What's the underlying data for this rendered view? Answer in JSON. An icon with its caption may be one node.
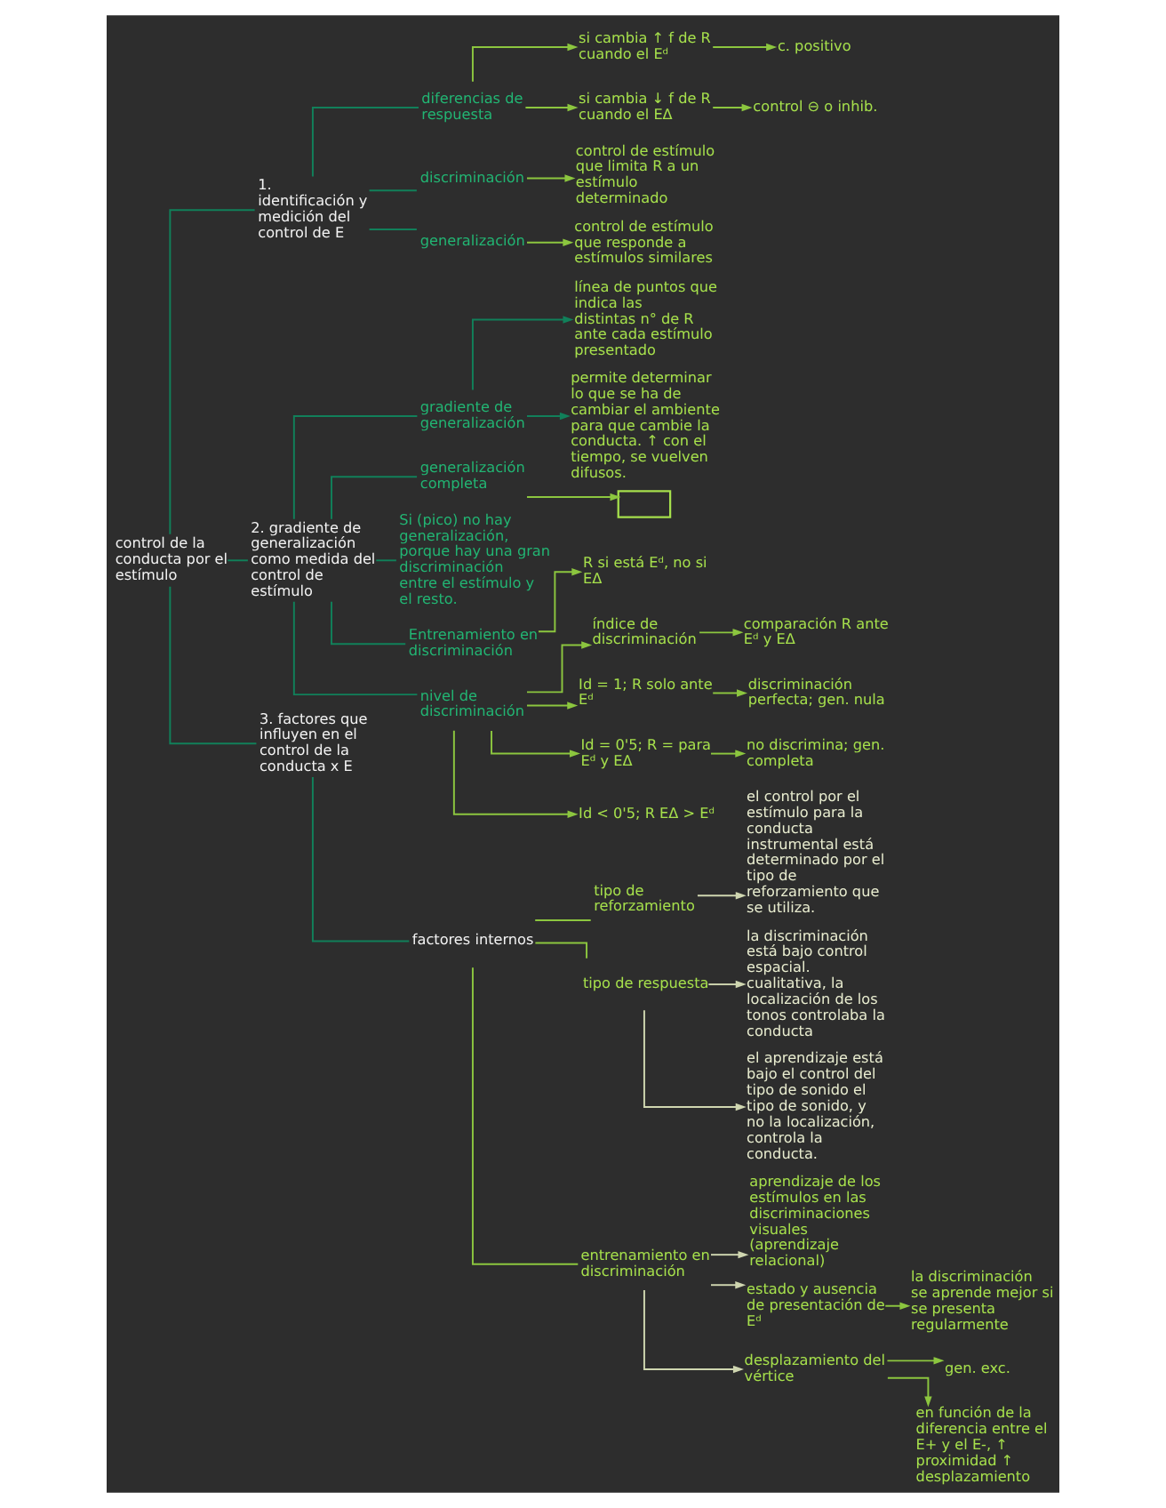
{
  "diagram": {
    "nodes": [
      {
        "text": [
          "control de la conducta por el estímulo"
        ]
      },
      {
        "text": [
          "1. identificación y medición del control de E"
        ]
      },
      {
        "text": [
          "diferencias de respuesta"
        ]
      },
      {
        "text": [
          "si cambia ↑ f de R cuando el Eᵈ"
        ]
      },
      {
        "text": [
          "c. positivo"
        ]
      },
      {
        "text": [
          "si cambia ↓ f de R cuando el EΔ"
        ]
      },
      {
        "text": [
          "control ⊖ o inhib."
        ]
      },
      {
        "text": [
          "discriminación"
        ]
      },
      {
        "text": [
          "control de estímulo que limita R a un estímulo determinado"
        ]
      },
      {
        "text": [
          "generalización"
        ]
      },
      {
        "text": [
          "control de estímulo que responde a estímulos similares"
        ]
      },
      {
        "text": [
          "2. gradiente de generalización como medida del control de estímulo"
        ]
      },
      {
        "text": [
          "gradiente de generalización"
        ]
      },
      {
        "text": [
          "línea de puntos que indica las distintas n° de R ante cada estímulo presentado"
        ]
      },
      {
        "text": [
          "permite determinar lo que se ha de cambiar el ambiente para que cambie la conducta. ↑ con el tiempo, se vuelven difusos."
        ]
      },
      {
        "text": [
          "generalización completa"
        ]
      },
      {
        "text": [],
        "shape": "box"
      },
      {
        "text": [
          "Si (pico) no hay generalización, porque hay una gran discriminación entre el estímulo y el resto."
        ]
      },
      {
        "text": [
          "Entrenamiento en discriminación"
        ]
      },
      {
        "text": [
          "R si está Eᵈ, no si EΔ"
        ]
      },
      {
        "text": [
          "nivel de discriminación"
        ]
      },
      {
        "text": [
          "índice de discriminación"
        ]
      },
      {
        "text": [
          "comparación R ante Eᵈ y EΔ"
        ]
      },
      {
        "text": [
          "Id = 1; R solo ante Eᵈ"
        ]
      },
      {
        "text": [
          "discriminación perfecta; gen. nula"
        ]
      },
      {
        "text": [
          "Id = 0'5; R = para Eᵈ y EΔ"
        ]
      },
      {
        "text": [
          "no discrimina; gen. completa"
        ]
      },
      {
        "text": [
          "Id < 0'5; R EΔ > Eᵈ"
        ]
      },
      {
        "text": [
          "3. factores que influyen en el control de la conducta x E"
        ]
      },
      {
        "text": [
          "factores internos"
        ]
      },
      {
        "text": [
          "tipo de reforzamiento"
        ]
      },
      {
        "text": [
          "el control por el estímulo para la conducta instrumental está determinado por el tipo de reforzamiento que se utiliza."
        ]
      },
      {
        "text": [
          "tipo de respuesta"
        ]
      },
      {
        "text": [
          "la discriminación está bajo control espacial. cualitativa, la localización de los tonos controlaba la conducta"
        ]
      },
      {
        "text": [
          "el aprendizaje está bajo el control del tipo de sonido el tipo de sonido, y no la localización, controla la conducta."
        ]
      },
      {
        "text": [
          "entrenamiento en discriminación"
        ]
      },
      {
        "text": [
          "aprendizaje de los estímulos en las discriminaciones visuales (aprendizaje relacional)"
        ]
      },
      {
        "text": [
          "estado y ausencia de presentación de Eᵈ"
        ]
      },
      {
        "text": [
          "la discriminación se aprende mejor si se presenta regularmente"
        ]
      },
      {
        "text": [
          "desplazamiento del vértice"
        ]
      },
      {
        "text": [
          "gen. exc."
        ]
      },
      {
        "text": [
          "en función de la diferencia entre el E+ y el E-, ↑ proximidad ↑ desplazamiento"
        ]
      }
    ],
    "edges": [
      {
        "from": 0,
        "to": 1,
        "arrow": "none",
        "color": "#11805a"
      },
      {
        "from": 1,
        "to": 2,
        "arrow": "none",
        "color": "#11805a"
      },
      {
        "from": 2,
        "to": 3,
        "arrow": "to"
      },
      {
        "from": 2,
        "to": 5,
        "arrow": "to"
      },
      {
        "from": 3,
        "to": 4,
        "arrow": "to"
      },
      {
        "from": 5,
        "to": 6,
        "arrow": "to"
      },
      {
        "from": 1,
        "to": 7,
        "arrow": "none",
        "color": "#11805a"
      },
      {
        "from": 7,
        "to": 8,
        "arrow": "to"
      },
      {
        "from": 1,
        "to": 9,
        "arrow": "none",
        "color": "#11805a"
      },
      {
        "from": 9,
        "to": 10,
        "arrow": "to"
      },
      {
        "from": 0,
        "to": 11,
        "arrow": "none",
        "color": "#11805a"
      },
      {
        "from": 11,
        "to": 12,
        "arrow": "none",
        "color": "#11805a"
      },
      {
        "from": 12,
        "to": 13,
        "arrow": "to",
        "color": "#11805a"
      },
      {
        "from": 12,
        "to": 14,
        "arrow": "to",
        "color": "#11805a"
      },
      {
        "from": 11,
        "to": 15,
        "arrow": "none",
        "color": "#11805a"
      },
      {
        "from": 15,
        "to": 16,
        "arrow": "to"
      },
      {
        "from": 11,
        "to": 17,
        "arrow": "none",
        "color": "#11805a"
      },
      {
        "from": 11,
        "to": 18,
        "arrow": "none",
        "color": "#11805a"
      },
      {
        "from": 18,
        "to": 19,
        "arrow": "to"
      },
      {
        "from": 11,
        "to": 20,
        "arrow": "none",
        "color": "#11805a"
      },
      {
        "from": 20,
        "to": 21,
        "arrow": "to"
      },
      {
        "from": 20,
        "to": 23,
        "arrow": "to"
      },
      {
        "from": 20,
        "to": 25,
        "arrow": "to"
      },
      {
        "from": 20,
        "to": 27,
        "arrow": "to"
      },
      {
        "from": 21,
        "to": 22,
        "arrow": "to"
      },
      {
        "from": 23,
        "to": 24,
        "arrow": "to"
      },
      {
        "from": 25,
        "to": 26,
        "arrow": "to"
      },
      {
        "from": 0,
        "to": 28,
        "arrow": "none",
        "color": "#11805a"
      },
      {
        "from": 28,
        "to": 29,
        "arrow": "none",
        "color": "#11805a"
      },
      {
        "from": 29,
        "to": 30,
        "arrow": "none"
      },
      {
        "from": 29,
        "to": 32,
        "arrow": "none"
      },
      {
        "from": 29,
        "to": 35,
        "arrow": "none"
      },
      {
        "from": 30,
        "to": 31,
        "arrow": "to",
        "color": "#cfd6b0"
      },
      {
        "from": 32,
        "to": 33,
        "arrow": "to",
        "color": "#cfd6b0"
      },
      {
        "from": 32,
        "to": 34,
        "arrow": "to",
        "color": "#cfd6b0"
      },
      {
        "from": 35,
        "to": 36,
        "arrow": "to",
        "color": "#cfd6b0"
      },
      {
        "from": 35,
        "to": 37,
        "arrow": "to",
        "color": "#cfd6b0"
      },
      {
        "from": 35,
        "to": 39,
        "arrow": "to",
        "color": "#cfd6b0"
      },
      {
        "from": 37,
        "to": 38,
        "arrow": "to"
      },
      {
        "from": 39,
        "to": 40,
        "arrow": "to"
      },
      {
        "from": 39,
        "to": 41,
        "arrow": "to"
      }
    ]
  }
}
